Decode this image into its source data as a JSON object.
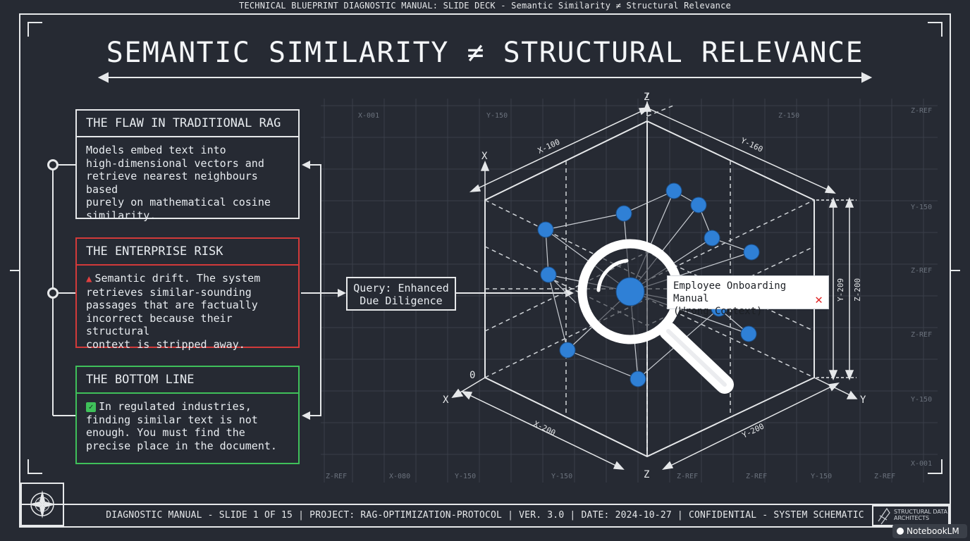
{
  "header": {
    "caption": "TECHNICAL BLUEPRINT DIAGNOSTIC MANUAL: SLIDE DECK - Semantic Similarity ≠ Structural Relevance",
    "title": "SEMANTIC SIMILARITY ≠ STRUCTURAL RELEVANCE"
  },
  "cards": {
    "flaw": {
      "title": "THE FLAW IN TRADITIONAL RAG",
      "body": "Models embed text into\nhigh-dimensional vectors and\nretrieve nearest neighbours based\npurely on mathematical cosine\nsimilarity."
    },
    "risk": {
      "title": "THE ENTERPRISE RISK",
      "body": "Semantic drift. The system\nretrieves similar-sounding\npassages that are factually\nincorrect because their structural\ncontext is stripped away."
    },
    "bottom": {
      "title": "THE BOTTOM LINE",
      "body": "In regulated industries,\nfinding similar text is not\nenough. You must find the\nprecise place in the document."
    }
  },
  "query": {
    "label": "Query: Enhanced\nDue Diligence"
  },
  "callout": {
    "text": "Employee Onboarding Manual\n(Wrong Context)"
  },
  "grid_labels": {
    "top": [
      "X-001",
      "Y-150",
      "Z-150",
      "Z-REF"
    ],
    "right": [
      "Y-150",
      "Z-REF",
      "Z-REF",
      "Y-150",
      "X-001"
    ],
    "bottom": [
      "Z-REF",
      "X-080",
      "Y-150",
      "Y-150",
      "Z-REF",
      "Z-REF",
      "Y-150",
      "Z-REF"
    ]
  },
  "axes": {
    "z_top": "Z",
    "z_bottom": "Z",
    "x_left": "X",
    "x_upper": "X",
    "y_right": "Y",
    "origin": "0",
    "dim_x100": "X-100",
    "dim_y160": "Y-160",
    "dim_x200": "X-200",
    "dim_y200": "Y-200",
    "dim_v1": "Y-209",
    "dim_v2": "Z-200"
  },
  "footer": {
    "text": "DIAGNOSTIC MANUAL - SLIDE 1 OF 15 | PROJECT: RAG-OPTIMIZATION-PROTOCOL | VER. 3.0 | DATE: 2024-10-27 | CONFIDENTIAL - SYSTEM SCHEMATIC",
    "brand": "STRUCTURAL DATA\nARCHITECTS",
    "watermark": "NotebookLM"
  },
  "colors": {
    "background": "#262a33",
    "line": "#e6e8ea",
    "risk": "#d23a3a",
    "success": "#3fc05a",
    "node": "#2f80d6"
  },
  "icons": [
    "compass-icon",
    "warning-icon",
    "check-icon",
    "magnifier-icon",
    "close-icon",
    "brand-icon"
  ]
}
